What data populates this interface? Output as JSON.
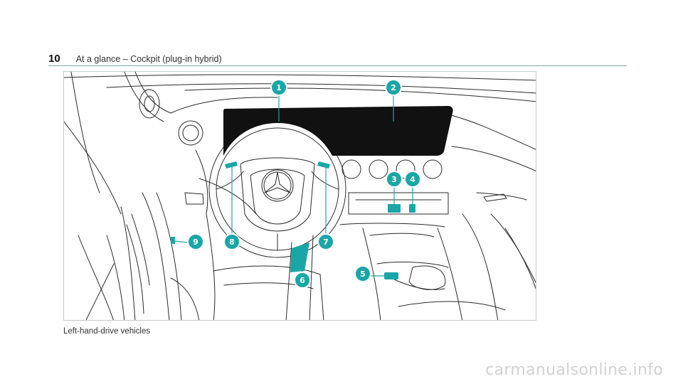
{
  "header": {
    "page_number": "10",
    "title": "At a glance – Cockpit (plug-in hybrid)"
  },
  "figure": {
    "callouts": [
      "1",
      "2",
      "3",
      "4",
      "5",
      "6",
      "7",
      "8",
      "9"
    ],
    "accent_color": "#1aa6a6"
  },
  "caption": "Left-hand-drive vehicles",
  "watermark": "carmanualsonline.info"
}
